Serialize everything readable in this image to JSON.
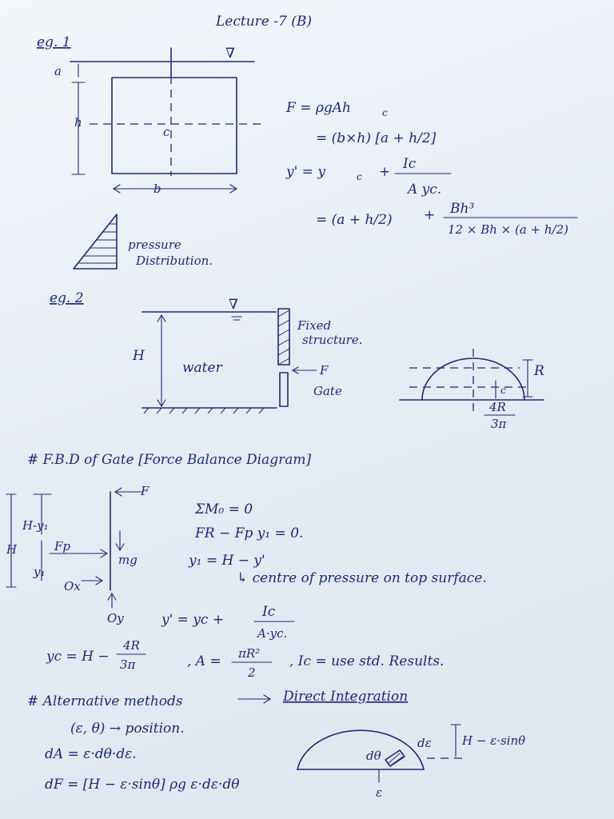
{
  "title": "Lecture -7 (B)",
  "eg1": {
    "label": "eg. 1",
    "dim_a": "a",
    "dim_h": "h",
    "dim_b": "b",
    "centroid": "c",
    "free_surface": "∇",
    "eq_f1": "F = ρgAh",
    "eq_f1_sub": "c",
    "eq_f2": "= (b×h) [a + h/2]",
    "eq_y1": "y' = y",
    "eq_y1_sub": "c",
    "eq_y1_plus": "+",
    "eq_y1_num": "Ic",
    "eq_y1_den": "A yc.",
    "eq_y2": "= (a + h/2)",
    "eq_y2_plus": "+",
    "eq_y2_num": "Bh³",
    "eq_y2_den": "12 × Bh × (a + h/2)",
    "pressure_1": "pressure",
    "pressure_2": "Distribution."
  },
  "eg2": {
    "label": "eg. 2",
    "free_surface": "∇",
    "dim_H": "H",
    "water": "water",
    "fixed_1": "Fixed",
    "fixed_2": "structure.",
    "force_F": "F",
    "gate": "Gate",
    "semi_R": "R",
    "semi_c": "c",
    "semi_frac_num": "4R",
    "semi_frac_den": "3π"
  },
  "fbd": {
    "heading": "# F.B.D of Gate [Force Balance Diagram]",
    "force_F": "F",
    "lab_H_minus_y1": "H-y₁",
    "lab_H": "H",
    "lab_Fp": "Fp",
    "lab_y1": "y₁",
    "lab_Ox": "Ox",
    "lab_Oy": "Oy",
    "lab_mg": "mg",
    "eq1": "ΣM₀ = 0",
    "eq2": "FR − Fp y₁ = 0.",
    "eq3": "y₁ = H − y'",
    "eq4": "↳ centre of pressure on top surface.",
    "eq5": "y' = yc +",
    "eq5_num": "Ic",
    "eq5_den": "A·yc.",
    "eq6": "yc = H −",
    "eq6_num": "4R",
    "eq6_den": "3π",
    "eq7": ", A =",
    "eq7_num": "πR²",
    "eq7_den": "2",
    "eq8": ", Ic = use std. Results."
  },
  "alt": {
    "heading": "# Alternative methods",
    "arrow_text": "Direct Integration",
    "line2": "(ε, θ) → position.",
    "line3": "dA = ε·dθ·dε.",
    "line4": "dF = [H − ε·sinθ] ρg ε·dε·dθ",
    "lab_de": "dε",
    "lab_dtheta": "dθ",
    "lab_eps": "ε",
    "lab_h_esin": "H − ε·sinθ"
  }
}
